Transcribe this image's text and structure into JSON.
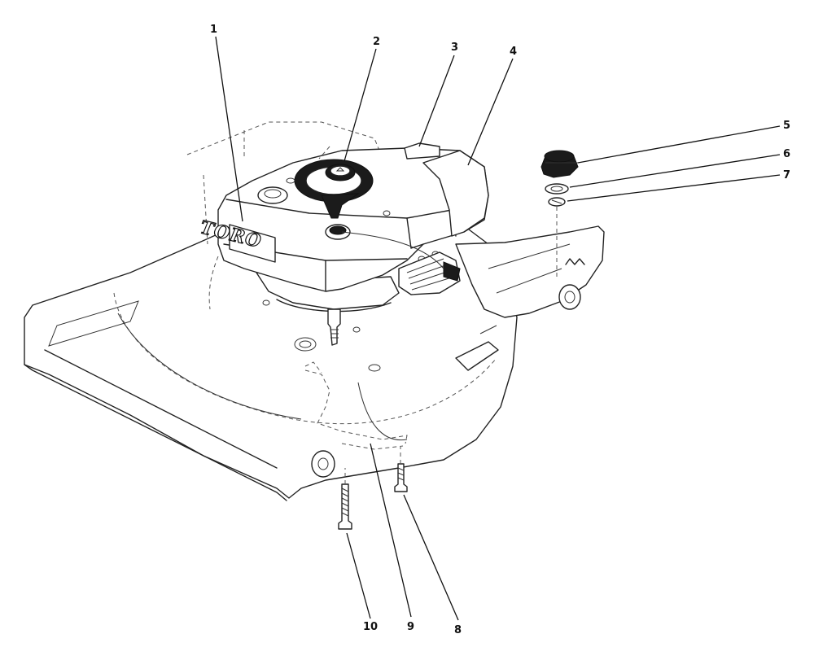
{
  "brand_text": "TORO",
  "callouts": [
    {
      "id": "1",
      "label": "1"
    },
    {
      "id": "2",
      "label": "2"
    },
    {
      "id": "3",
      "label": "3"
    },
    {
      "id": "4",
      "label": "4"
    },
    {
      "id": "5",
      "label": "5"
    },
    {
      "id": "6",
      "label": "6"
    },
    {
      "id": "7",
      "label": "7"
    },
    {
      "id": "8",
      "label": "8"
    },
    {
      "id": "9",
      "label": "9"
    },
    {
      "id": "10",
      "label": "10"
    }
  ]
}
